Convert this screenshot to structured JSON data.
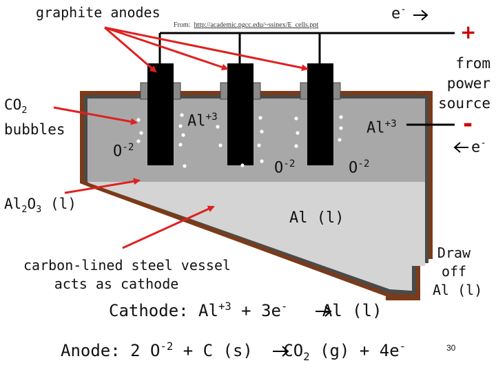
{
  "labels": {
    "graphite_anodes": "graphite anodes",
    "source_prefix": "From:",
    "source_url": "http://academic.pgcc.edu/~ssinex/E_cells.ppt",
    "electron_top": "e",
    "electron_top_charge": "-",
    "plus_sign": "+",
    "from_power_source": [
      "from",
      "power",
      "source"
    ],
    "minus_sign": "-",
    "electron_right": "e",
    "electron_right_charge": "-",
    "co2": "CO",
    "co2_sub": "2",
    "bubbles": "bubbles",
    "al3_left": "Al",
    "al3_left_charge": "+3",
    "al3_right": "Al",
    "al3_right_charge": "+3",
    "o2_left": "O",
    "o2_left_charge": "-2",
    "o2_mid": "O",
    "o2_mid_charge": "-2",
    "o2_right": "O",
    "o2_right_charge": "-2",
    "al2o3_al": "Al",
    "al2o3_sub1": "2",
    "al2o3_o": "O",
    "al2o3_sub2": "3",
    "al2o3_state": "(l)",
    "al_liquid": "Al (l)",
    "vessel_line1": "carbon-lined steel vessel",
    "vessel_line2": "acts as cathode",
    "draw_off": [
      "Draw",
      "off",
      "Al (l)"
    ],
    "cathode_prefix": "Cathode: Al",
    "cathode_charge": "+3",
    "cathode_mid": " + 3e",
    "cathode_e_charge": "-",
    "cathode_product": "Al (l)",
    "anode_prefix": "Anode: 2 O",
    "anode_charge": "-2",
    "anode_mid": " + C (s)",
    "anode_co": "CO",
    "anode_sub": "2",
    "anode_end": " (g) + 4e",
    "anode_e_charge": "-",
    "slide_number": "30"
  },
  "colors": {
    "vessel_outer": "#7a3b1a",
    "vessel_inner": "#4a4a4a",
    "electrolyte": "#a8a8a8",
    "liquid_al": "#d4d4d4",
    "anode": "#000000",
    "anode_cap": "#8a8a8a",
    "arrow": "#e02020",
    "wire": "#000000",
    "plus_minus": "#cc0000"
  }
}
